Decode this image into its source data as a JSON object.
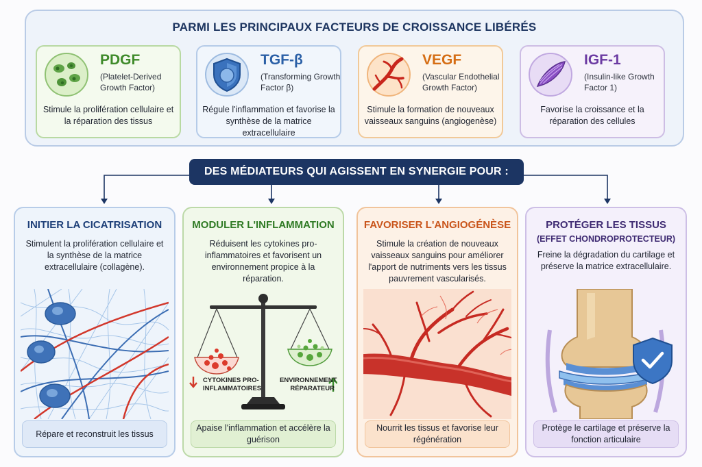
{
  "top": {
    "title": "PARMI LES PRINCIPAUX FACTEURS DE CROISSANCE LIBÉRÉS",
    "factors": [
      {
        "abbr": "PDGF",
        "full": "(Platelet-Derived Growth Factor)",
        "desc": "Stimule la prolifération cellulaire et la réparation des tissus",
        "icon": "platelet-cells-icon"
      },
      {
        "abbr": "TGF-β",
        "full": "(Transforming Growth Factor β)",
        "desc": "Régule l'inflammation et favorise la synthèse de la matrice extracellulaire",
        "icon": "shield-icon"
      },
      {
        "abbr": "VEGF",
        "full": "(Vascular Endothelial Growth Factor)",
        "desc": "Stimule la formation de nouveaux vaisseaux sanguins (angiogenèse)",
        "icon": "blood-vessel-icon"
      },
      {
        "abbr": "IGF-1",
        "full": "(Insulin-like Growth Factor 1)",
        "desc": "Favorise la croissance et la réparation des cellules",
        "icon": "muscle-fiber-icon"
      }
    ]
  },
  "banner": "DES MÉDIATEURS QUI AGISSENT EN SYNERGIE POUR :",
  "cards": [
    {
      "title": "INITIER LA CICATRISATION",
      "desc": "Stimulent la prolifération cellulaire et la synthèse de la matrice extracellulaire (collagène).",
      "footer": "Répare et reconstruit les tissus"
    },
    {
      "title": "MODULER L'INFLAMMATION",
      "desc": "Réduisent les cytokines pro-inflammatoires et favorisent un environnement propice à la réparation.",
      "footer": "Apaise l'inflammation et accélère la guérison",
      "left_label": "CYTOKINES PRO-INFLAMMATOIRES",
      "right_label": "ENVIRONNEMENT RÉPARATEUR"
    },
    {
      "title": "FAVORISER L'ANGIOGÉNÈSE",
      "desc": "Stimule la création de nouveaux vaisseaux sanguins pour améliorer l'apport de nutriments vers les tissus pauvrement vascularisés.",
      "footer": "Nourrit les tissus et favorise leur régénération"
    },
    {
      "title": "PROTÉGER LES TISSUS",
      "subtitle": "(EFFET CHONDROPROTECTEUR)",
      "desc": "Freine la dégradation du cartilage et préserve la matrice extracellulaire.",
      "footer": "Protège le cartilage et préserve la fonction articulaire"
    }
  ],
  "colors": {
    "navy": "#1c3563",
    "green": "#3e8a2a",
    "blue": "#2a5fa6",
    "orange": "#d56d14",
    "purple": "#6b3aa2",
    "red": "#d23a2a"
  }
}
